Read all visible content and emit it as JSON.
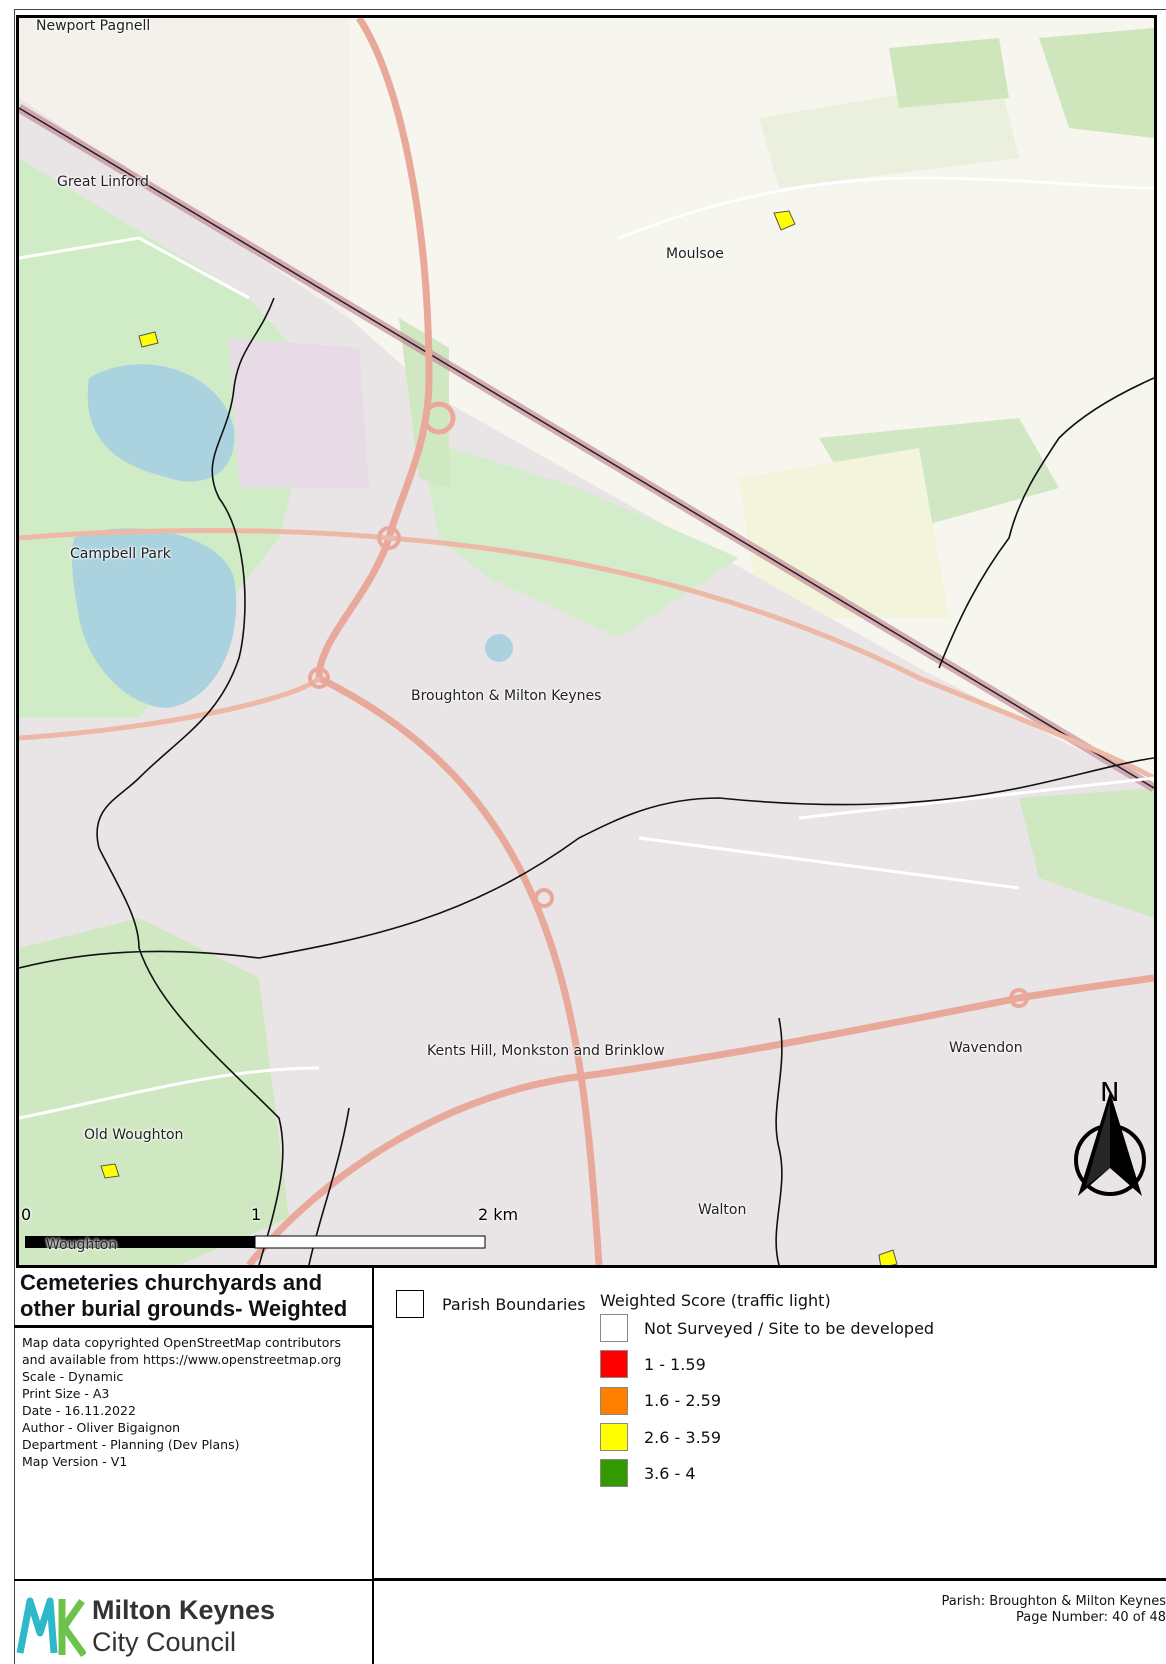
{
  "map": {
    "places": [
      {
        "name": "Newport Pagnell"
      },
      {
        "name": "Great Linford"
      },
      {
        "name": "Moulsoe"
      },
      {
        "name": "Campbell Park"
      },
      {
        "name": "Broughton & Milton Keynes"
      },
      {
        "name": "Kents Hill, Monkston and Brinklow"
      },
      {
        "name": "Wavendon"
      },
      {
        "name": "Old Woughton"
      },
      {
        "name": "Walton"
      },
      {
        "name": "Woughton"
      }
    ],
    "scale_bar": {
      "labels": [
        "0",
        "1",
        "2 km"
      ]
    },
    "north_arrow": {
      "letter": "N",
      "icon": "north-arrow-icon"
    },
    "colors": {
      "road_major": "#e9a99a",
      "green": "#cdebc5",
      "water": "#aad3df",
      "urban": "#e6e0e4",
      "boundary": "#000000"
    }
  },
  "title": {
    "line1": "Cemeteries churchyards and",
    "line2": "other burial grounds- Weighted"
  },
  "metadata": [
    "Map data copyrighted OpenStreetMap contributors",
    "and available from https://www.openstreetmap.org",
    "Scale - Dynamic",
    "Print Size - A3",
    "Date - 16.11.2022",
    "Author - Oliver Bigaignon",
    "Department - Planning (Dev Plans)",
    "Map Version - V1"
  ],
  "logo": {
    "mark": "MK",
    "line1": "Milton Keynes",
    "line2": "City Council",
    "colors": [
      "#2fb8c9",
      "#6cc24a"
    ]
  },
  "legend": {
    "boundary_label": "Parish Boundaries",
    "score_title": "Weighted Score (traffic light)",
    "items": [
      {
        "label": "Not Surveyed / Site to be developed",
        "color": "#ffffff"
      },
      {
        "label": "1 - 1.59",
        "color": "#ff0000"
      },
      {
        "label": "1.6 - 2.59",
        "color": "#ff8000"
      },
      {
        "label": "2.6 - 3.59",
        "color": "#ffff00"
      },
      {
        "label": "3.6 - 4",
        "color": "#339900"
      }
    ]
  },
  "footer": {
    "parish": "Parish: Broughton & Milton Keynes",
    "page": "Page Number: 40 of 48"
  }
}
